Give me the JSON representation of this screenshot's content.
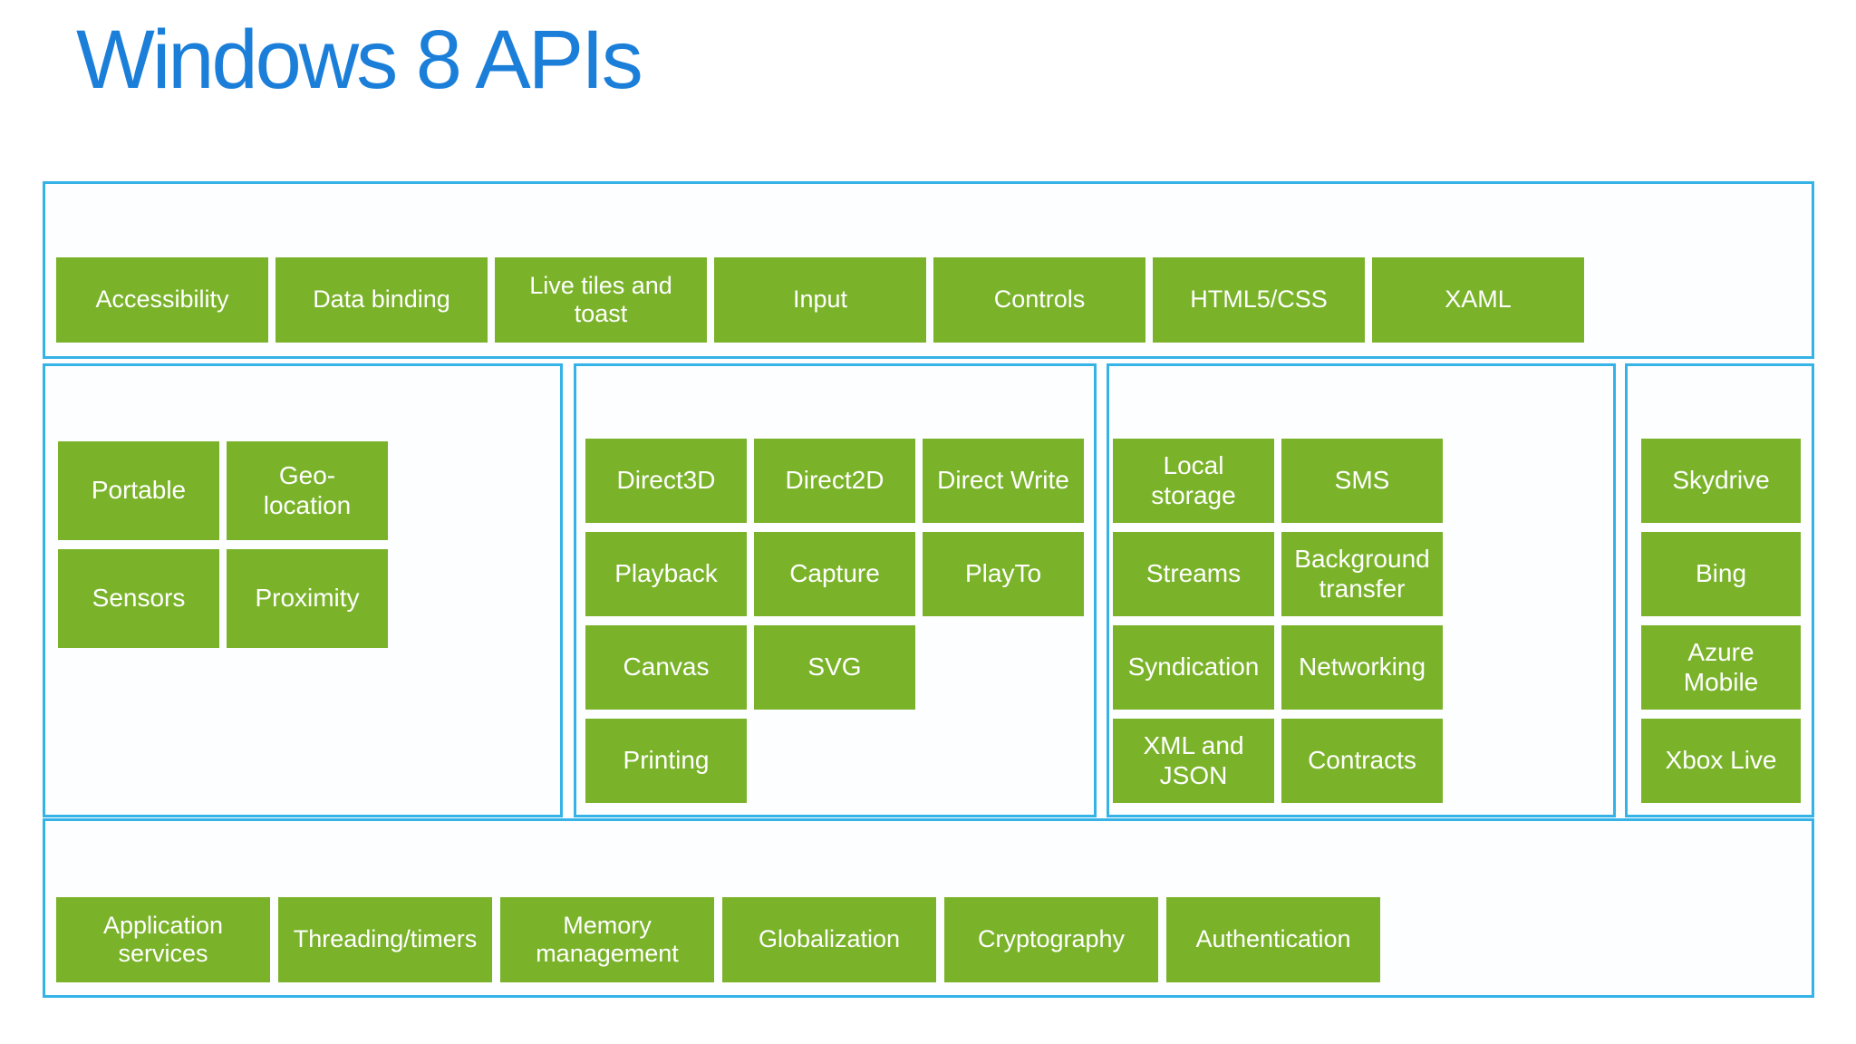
{
  "title": "Windows 8 APIs",
  "colors": {
    "title_blue": "#1b7fd9",
    "border_blue": "#35b3e7",
    "tile_green": "#7ab32a",
    "tile_text": "#ffffff",
    "background": "#ffffff"
  },
  "sections": {
    "ui_band": {
      "tiles": [
        "Accessibility",
        "Data binding",
        "Live tiles and toast",
        "Input",
        "Controls",
        "HTML5/CSS",
        "XAML"
      ]
    },
    "devices_group": {
      "tiles": [
        "Portable",
        "Geo-location",
        "Sensors",
        "Proximity"
      ]
    },
    "media_group": {
      "tiles": [
        "Direct3D",
        "Direct2D",
        "Direct Write",
        "Playback",
        "Capture",
        "PlayTo",
        "Canvas",
        "SVG",
        "Printing"
      ]
    },
    "data_group": {
      "tiles": [
        "Local storage",
        "SMS",
        "Streams",
        "Background transfer",
        "Syndication",
        "Networking",
        "XML and JSON",
        "Contracts"
      ]
    },
    "cloud_group": {
      "tiles": [
        "Skydrive",
        "Bing",
        "Azure Mobile",
        "Xbox Live"
      ]
    },
    "fundamentals_band": {
      "tiles": [
        "Application services",
        "Threading/timers",
        "Memory management",
        "Globalization",
        "Cryptography",
        "Authentication"
      ]
    }
  }
}
